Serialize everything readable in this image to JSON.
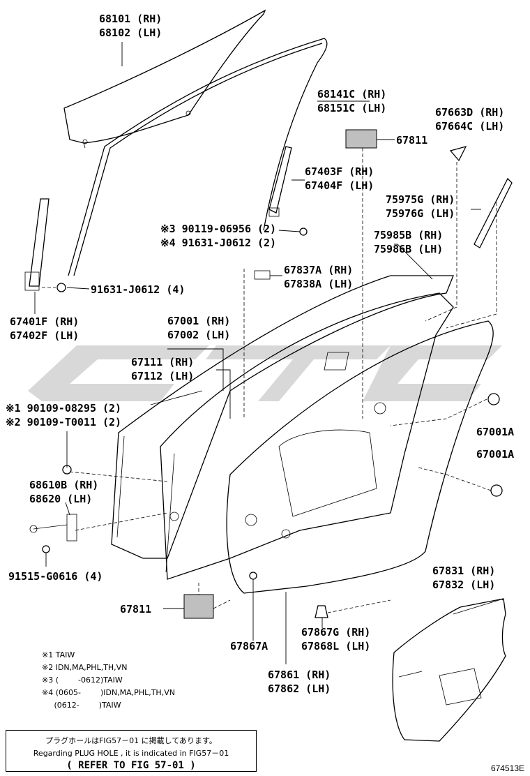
{
  "parts": {
    "glass": [
      "68101 (RH)",
      "68102 (LH)"
    ],
    "run_channel": [
      "68141C (RH)",
      "68151C (LH)"
    ],
    "cover_upper": [
      "67663D (RH)",
      "67664C (LH)"
    ],
    "seal_67811_top": "67811",
    "sash_front": [
      "67403F (RH)",
      "67404F (LH)"
    ],
    "bolt_3": "※3 90119-06956 (2)",
    "bolt_4": "※4 91631-J0612 (2)",
    "molding_75975": [
      "75975G (RH)",
      "75976G (LH)"
    ],
    "molding_75985": [
      "75985B (RH)",
      "75986B (LH)"
    ],
    "bolt_rear": "91631-J0612 (4)",
    "cover_67837": [
      "67837A (RH)",
      "67838A (LH)"
    ],
    "sash_rear": [
      "67401F (RH)",
      "67402F (LH)"
    ],
    "door_panel": [
      "67001 (RH)",
      "67002 (LH)"
    ],
    "frame_67111": [
      "67111 (RH)",
      "67112 (LH)"
    ],
    "bolt_1": "※1 90109-08295 (2)",
    "bolt_2": "※2 90109-T0011 (2)",
    "clip_a1": "67001A",
    "clip_a2": "67001A",
    "check": [
      "68610B (RH)",
      "68620 (LH)"
    ],
    "screw": "91515-G0616 (4)",
    "seal_67811_bottom": "67811",
    "weatherstrip_67831": [
      "67831 (RH)",
      "67832 (LH)"
    ],
    "clip_67867": [
      "67867G (RH)",
      "67868L (LH)"
    ],
    "clip_67867A": "67867A",
    "weatherstrip_67861": [
      "67861 (RH)",
      "67862 (LH)"
    ]
  },
  "notes": [
    "※1 TAIW",
    "※2 IDN,MA,PHL,TH,VN",
    "※3 (        -0612)TAIW",
    "※4 (0605-        )IDN,MA,PHL,TH,VN",
    "     (0612-        )TAIW"
  ],
  "note_box": {
    "line1": "プラグホールはFIG57－01 に掲載してあります。",
    "line2": "Regarding PLUG HOLE , it is indicated in FIG57－01",
    "line3": "( REFER TO FIG 57-01 )"
  },
  "figure_id": "674513E"
}
